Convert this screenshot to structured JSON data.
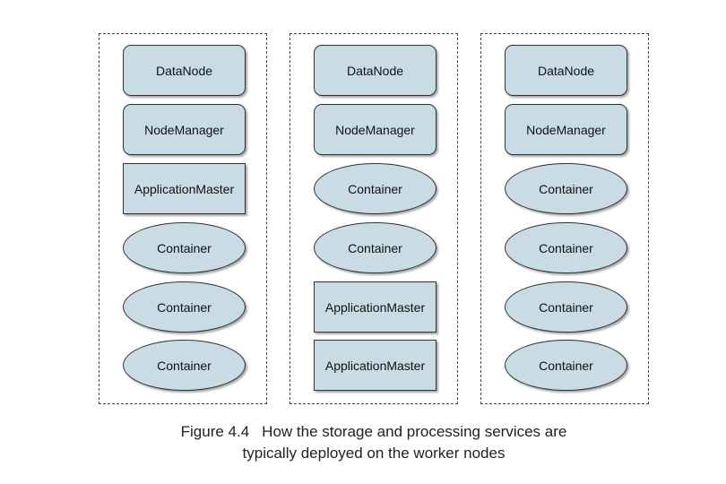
{
  "columns": [
    {
      "components": [
        {
          "label": "DataNode",
          "shape": "rounded"
        },
        {
          "label": "NodeManager",
          "shape": "rounded"
        },
        {
          "label": "ApplicationMaster",
          "shape": "square"
        },
        {
          "label": "Container",
          "shape": "ellipse"
        },
        {
          "label": "Container",
          "shape": "ellipse"
        },
        {
          "label": "Container",
          "shape": "ellipse"
        }
      ]
    },
    {
      "components": [
        {
          "label": "DataNode",
          "shape": "rounded"
        },
        {
          "label": "NodeManager",
          "shape": "rounded"
        },
        {
          "label": "Container",
          "shape": "ellipse"
        },
        {
          "label": "Container",
          "shape": "ellipse"
        },
        {
          "label": "ApplicationMaster",
          "shape": "square"
        },
        {
          "label": "ApplicationMaster",
          "shape": "square"
        }
      ]
    },
    {
      "components": [
        {
          "label": "DataNode",
          "shape": "rounded"
        },
        {
          "label": "NodeManager",
          "shape": "rounded"
        },
        {
          "label": "Container",
          "shape": "ellipse"
        },
        {
          "label": "Container",
          "shape": "ellipse"
        },
        {
          "label": "Container",
          "shape": "ellipse"
        },
        {
          "label": "Container",
          "shape": "ellipse"
        }
      ]
    }
  ],
  "caption": {
    "figure_number": "Figure 4.4",
    "line1": "How the storage and processing services are",
    "line2": "typically deployed on the worker nodes"
  },
  "colors": {
    "box_fill": "#c9dbe5",
    "box_border": "#333333",
    "group_border": "#444444"
  }
}
